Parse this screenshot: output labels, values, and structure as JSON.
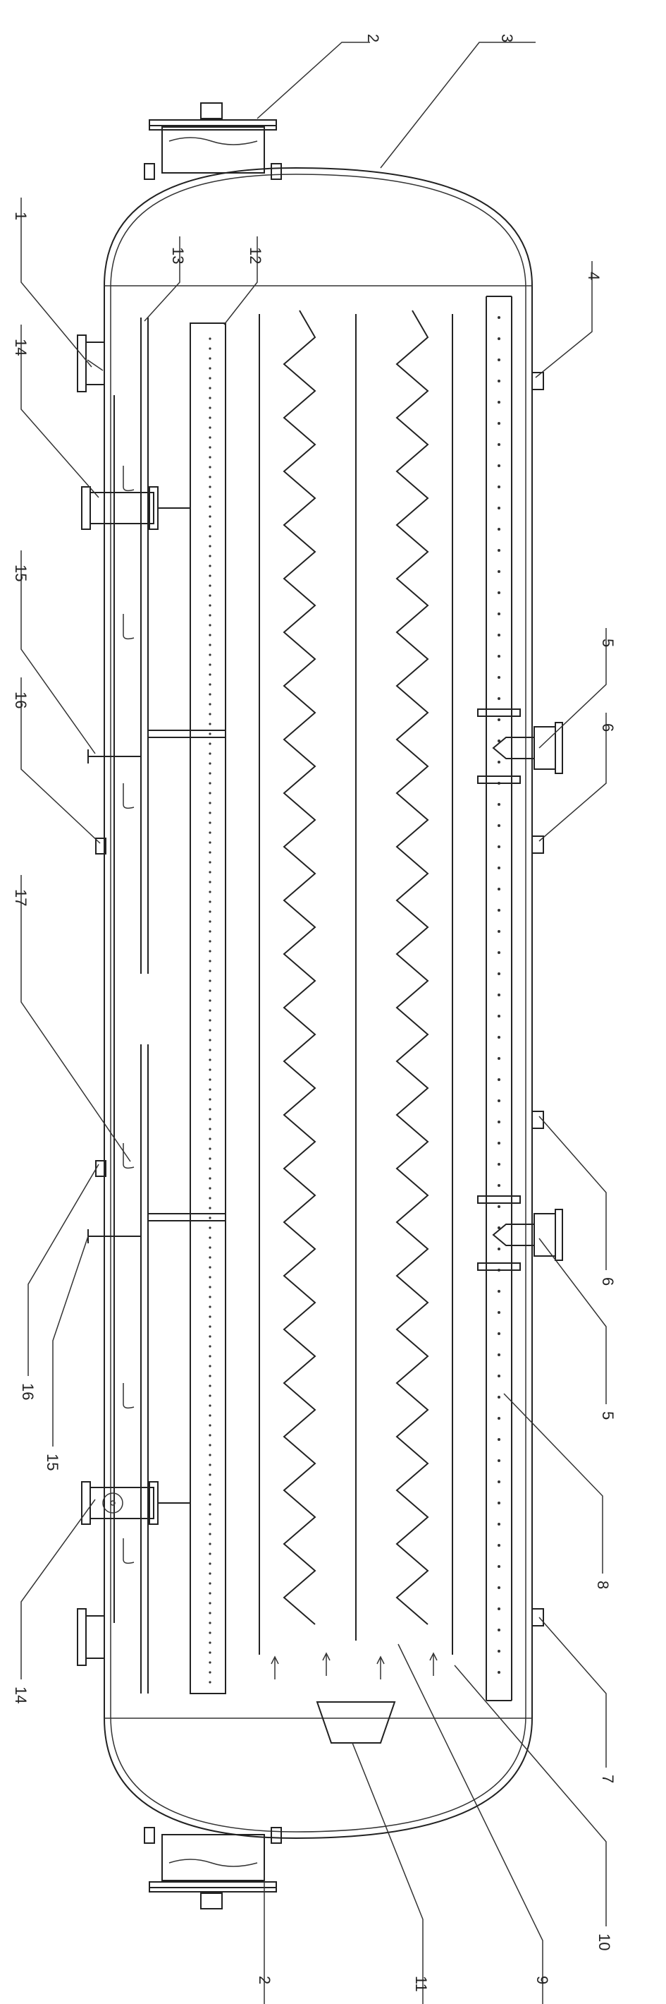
{
  "labels": {
    "l1": "1",
    "l2a": "2",
    "l2b": "2",
    "l3": "3",
    "l4": "4",
    "l5a": "5",
    "l5b": "5",
    "l6a": "6",
    "l6b": "6",
    "l7": "7",
    "l8": "8",
    "l9": "9",
    "l10": "10",
    "l11": "11",
    "l12": "12",
    "l13": "13",
    "l14a": "14",
    "l14b": "14",
    "l15a": "15",
    "l15b": "15",
    "l16a": "16",
    "l16b": "16",
    "l17": "17"
  }
}
